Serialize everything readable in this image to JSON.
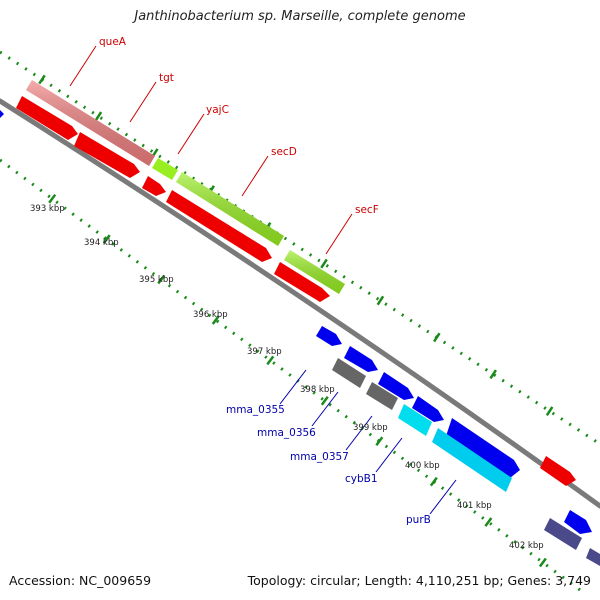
{
  "title": "Janthinobacterium sp. Marseille, complete genome",
  "footer": {
    "accession": "Accession: NC_009659",
    "summary": "Topology: circular; Length: 4,110,251 bp; Genes: 3,749"
  },
  "colors": {
    "backbone": "#7a7a7a",
    "tick": "#1a8a1a",
    "label_red": "#cc0000",
    "label_blue": "#0000aa"
  },
  "kbp_labels": [
    "393 kbp",
    "394 kbp",
    "395 kbp",
    "396 kbp",
    "397 kbp",
    "398 kbp",
    "399 kbp",
    "400 kbp",
    "401 kbp",
    "402 kbp"
  ],
  "gene_labels": {
    "queA": "queA",
    "tgt": "tgt",
    "yajC": "yajC",
    "secD": "secD",
    "secF": "secF",
    "mma_0355": "mma_0355",
    "mma_0356": "mma_0356",
    "mma_0357": "mma_0357",
    "cybB1": "cybB1",
    "purB": "purB"
  }
}
